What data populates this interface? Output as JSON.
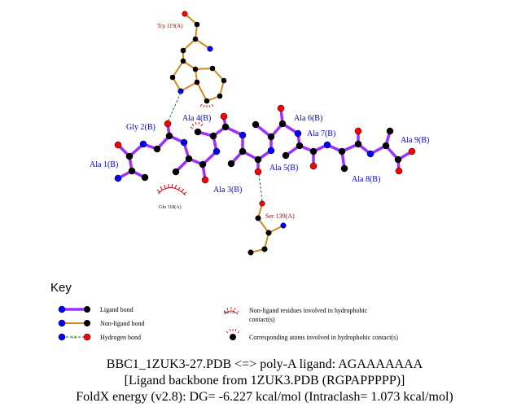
{
  "colors": {
    "ligand_bond": "#9b30ff",
    "nonligand_bond": "#d4891f",
    "hbond": "#1f7a1f",
    "carbon": "#000000",
    "nitrogen": "#0000ff",
    "oxygen": "#ff0000",
    "ligand_label": "#0000cc",
    "residue_label": "#cc0000",
    "hydrophobic": "#cc0000"
  },
  "ligand_labels": {
    "ala1": "Ala 1(B)",
    "gly2": "Gly 2(B)",
    "ala3": "Ala 3(B)",
    "ala4": "Ala 4(B)",
    "ala5": "Ala 5(B)",
    "ala6": "Ala 6(B)",
    "ala7": "Ala 7(B)",
    "ala8": "Ala 8(B)",
    "ala9": "Ala 9(B)"
  },
  "residue_labels": {
    "trp": "Trp 119(A)",
    "ser": "Ser 139(A)",
    "glu": "Glu 118(A)"
  },
  "key": {
    "title": "Key",
    "ligand_bond": "Ligand bond",
    "nonligand_bond": "Non-ligand bond",
    "hbond": "Hydrogen bond",
    "hbond_distance": "3.0",
    "his_label": "His 53",
    "hydrophobic_residues_line1": "Non-ligand residues involved in hydrophobic",
    "hydrophobic_residues_line2": "contact(s)",
    "hydrophobic_atoms": "Corresponding atoms involved in hydrophobic contact(s)"
  },
  "caption": {
    "line1": "BBC1_1ZUK3-27.PDB <=> poly-A ligand: AGAAAAAAA",
    "line2": "[Ligand backbone from 1ZUK3.PDB (RGPAPPPPP)]",
    "line3": "FoldX energy (v2.8): DG= -6.227 kcal/mol (Intraclash= 1.073 kcal/mol)"
  }
}
